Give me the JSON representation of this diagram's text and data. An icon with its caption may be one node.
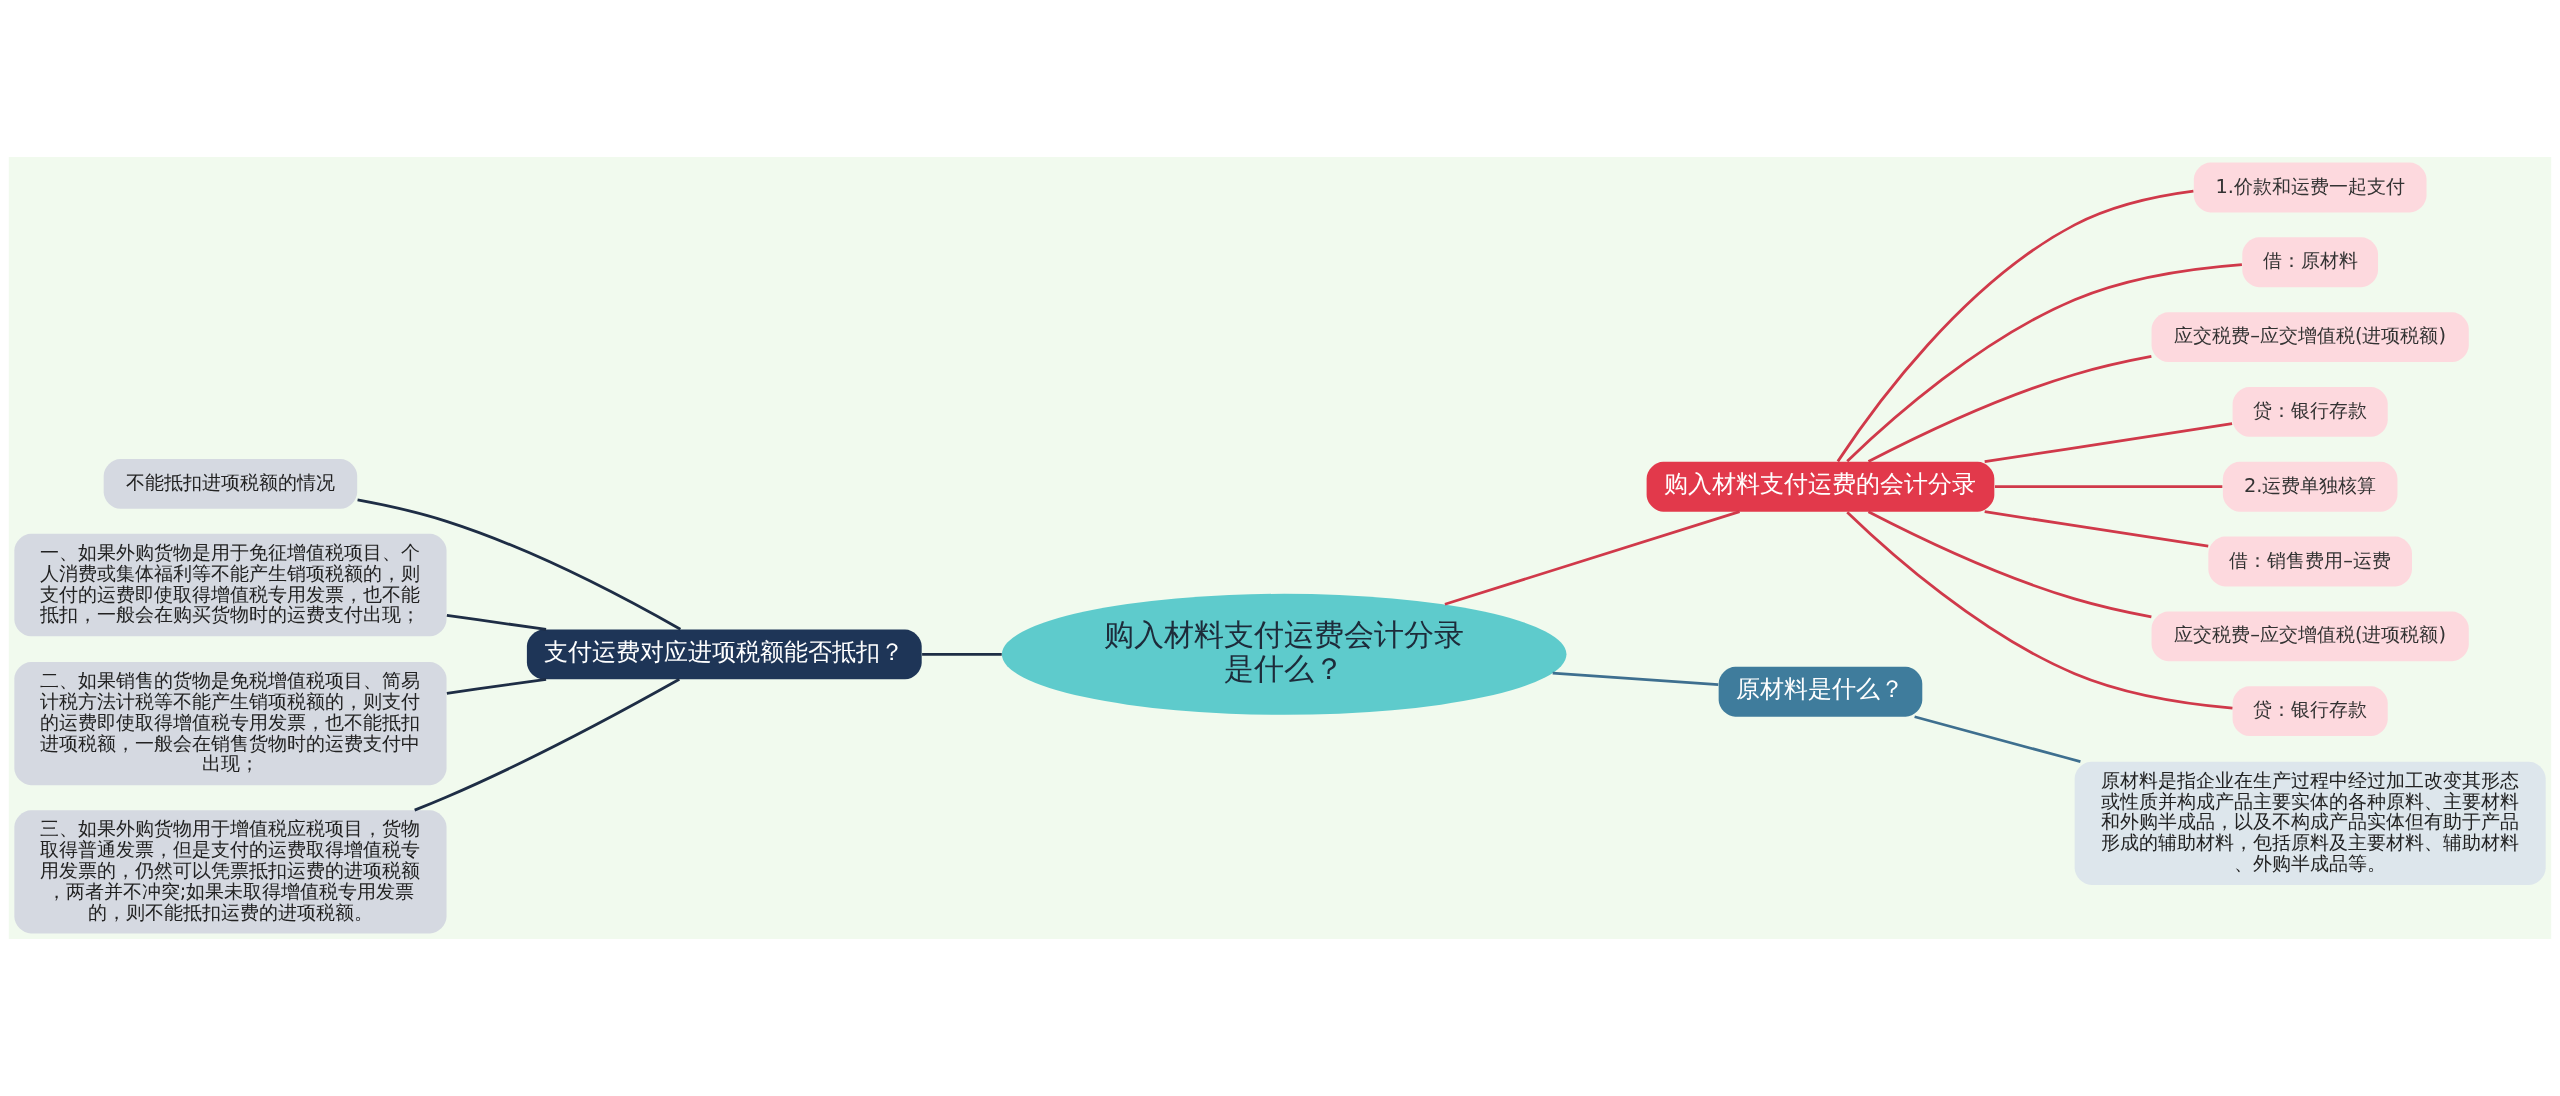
{
  "diagram": {
    "nodes": [
      {
        "text": [
          "购入材料支付运费会计分录是什么？"
        ]
      },
      {
        "text": [
          "购入材料支付运费的会计分录"
        ]
      },
      {
        "text": [
          "1.价款和运费一起支付"
        ]
      },
      {
        "text": [
          "借：原材料"
        ]
      },
      {
        "text": [
          "应交税费–应交增值税(进项税额)"
        ]
      },
      {
        "text": [
          "贷：银行存款"
        ]
      },
      {
        "text": [
          "2.运费单独核算"
        ]
      },
      {
        "text": [
          "借：销售费用–运费"
        ]
      },
      {
        "text": [
          "应交税费–应交增值税(进项税额)"
        ]
      },
      {
        "text": [
          "贷：银行存款"
        ]
      },
      {
        "text": [
          "原材料是什么？"
        ]
      },
      {
        "text": [
          "原材料是指企业在生产过程中经过加工改变其形态或性质并构成产品主要实体的各种原料、主要材料和外购半成品，以及不构成产品实体但有助于产品形成的辅助材料，包括原料及主要材料、辅助材料、外购半成品等。"
        ]
      },
      {
        "text": [
          "支付运费对应进项税额能否抵扣？"
        ]
      },
      {
        "text": [
          "不能抵扣进项税额的情况"
        ]
      },
      {
        "text": [
          "一、如果外购货物是用于免征增值税项目、个人消费或集体福利等不能产生销项税额的，则支付的运费即使取得增值税专用发票，也不能抵扣，一般会在购买货物时的运费支付出现；"
        ]
      },
      {
        "text": [
          "二、如果销售的货物是免税增值税项目、简易计税方法计税等不能产生销项税额的，则支付的运费即使取得增值税专用发票，也不能抵扣进项税额，一般会在销售货物时的运费支付中出现；"
        ]
      },
      {
        "text": [
          "三、如果外购货物用于增值税应税项目，货物取得普通发票，但是支付的运费取得增值税专用发票的，仍然可以凭票抵扣运费的进项税额，两者并不冲突;如果未取得增值税专用发票的，则不能抵扣运费的进项税额。"
        ]
      }
    ],
    "edges": [
      {
        "from": 0,
        "to": 1,
        "arrow": "none"
      },
      {
        "from": 1,
        "to": 2,
        "arrow": "none"
      },
      {
        "from": 1,
        "to": 3,
        "arrow": "none"
      },
      {
        "from": 1,
        "to": 4,
        "arrow": "none"
      },
      {
        "from": 1,
        "to": 5,
        "arrow": "none"
      },
      {
        "from": 1,
        "to": 6,
        "arrow": "none"
      },
      {
        "from": 1,
        "to": 7,
        "arrow": "none"
      },
      {
        "from": 1,
        "to": 8,
        "arrow": "none"
      },
      {
        "from": 1,
        "to": 9,
        "arrow": "none"
      },
      {
        "from": 0,
        "to": 10,
        "arrow": "none",
        "color": "#3e6f8f"
      },
      {
        "from": 10,
        "to": 11,
        "arrow": "none",
        "color": "#3e6f8f"
      },
      {
        "from": 0,
        "to": 12,
        "arrow": "none",
        "color": "#1e2d45"
      },
      {
        "from": 12,
        "to": 13,
        "arrow": "none",
        "color": "#1e2d45"
      },
      {
        "from": 12,
        "to": 14,
        "arrow": "none",
        "color": "#1e2d45"
      },
      {
        "from": 12,
        "to": 15,
        "arrow": "none",
        "color": "#1e2d45"
      },
      {
        "from": 12,
        "to": 16,
        "arrow": "none",
        "color": "#1e2d45"
      }
    ]
  }
}
